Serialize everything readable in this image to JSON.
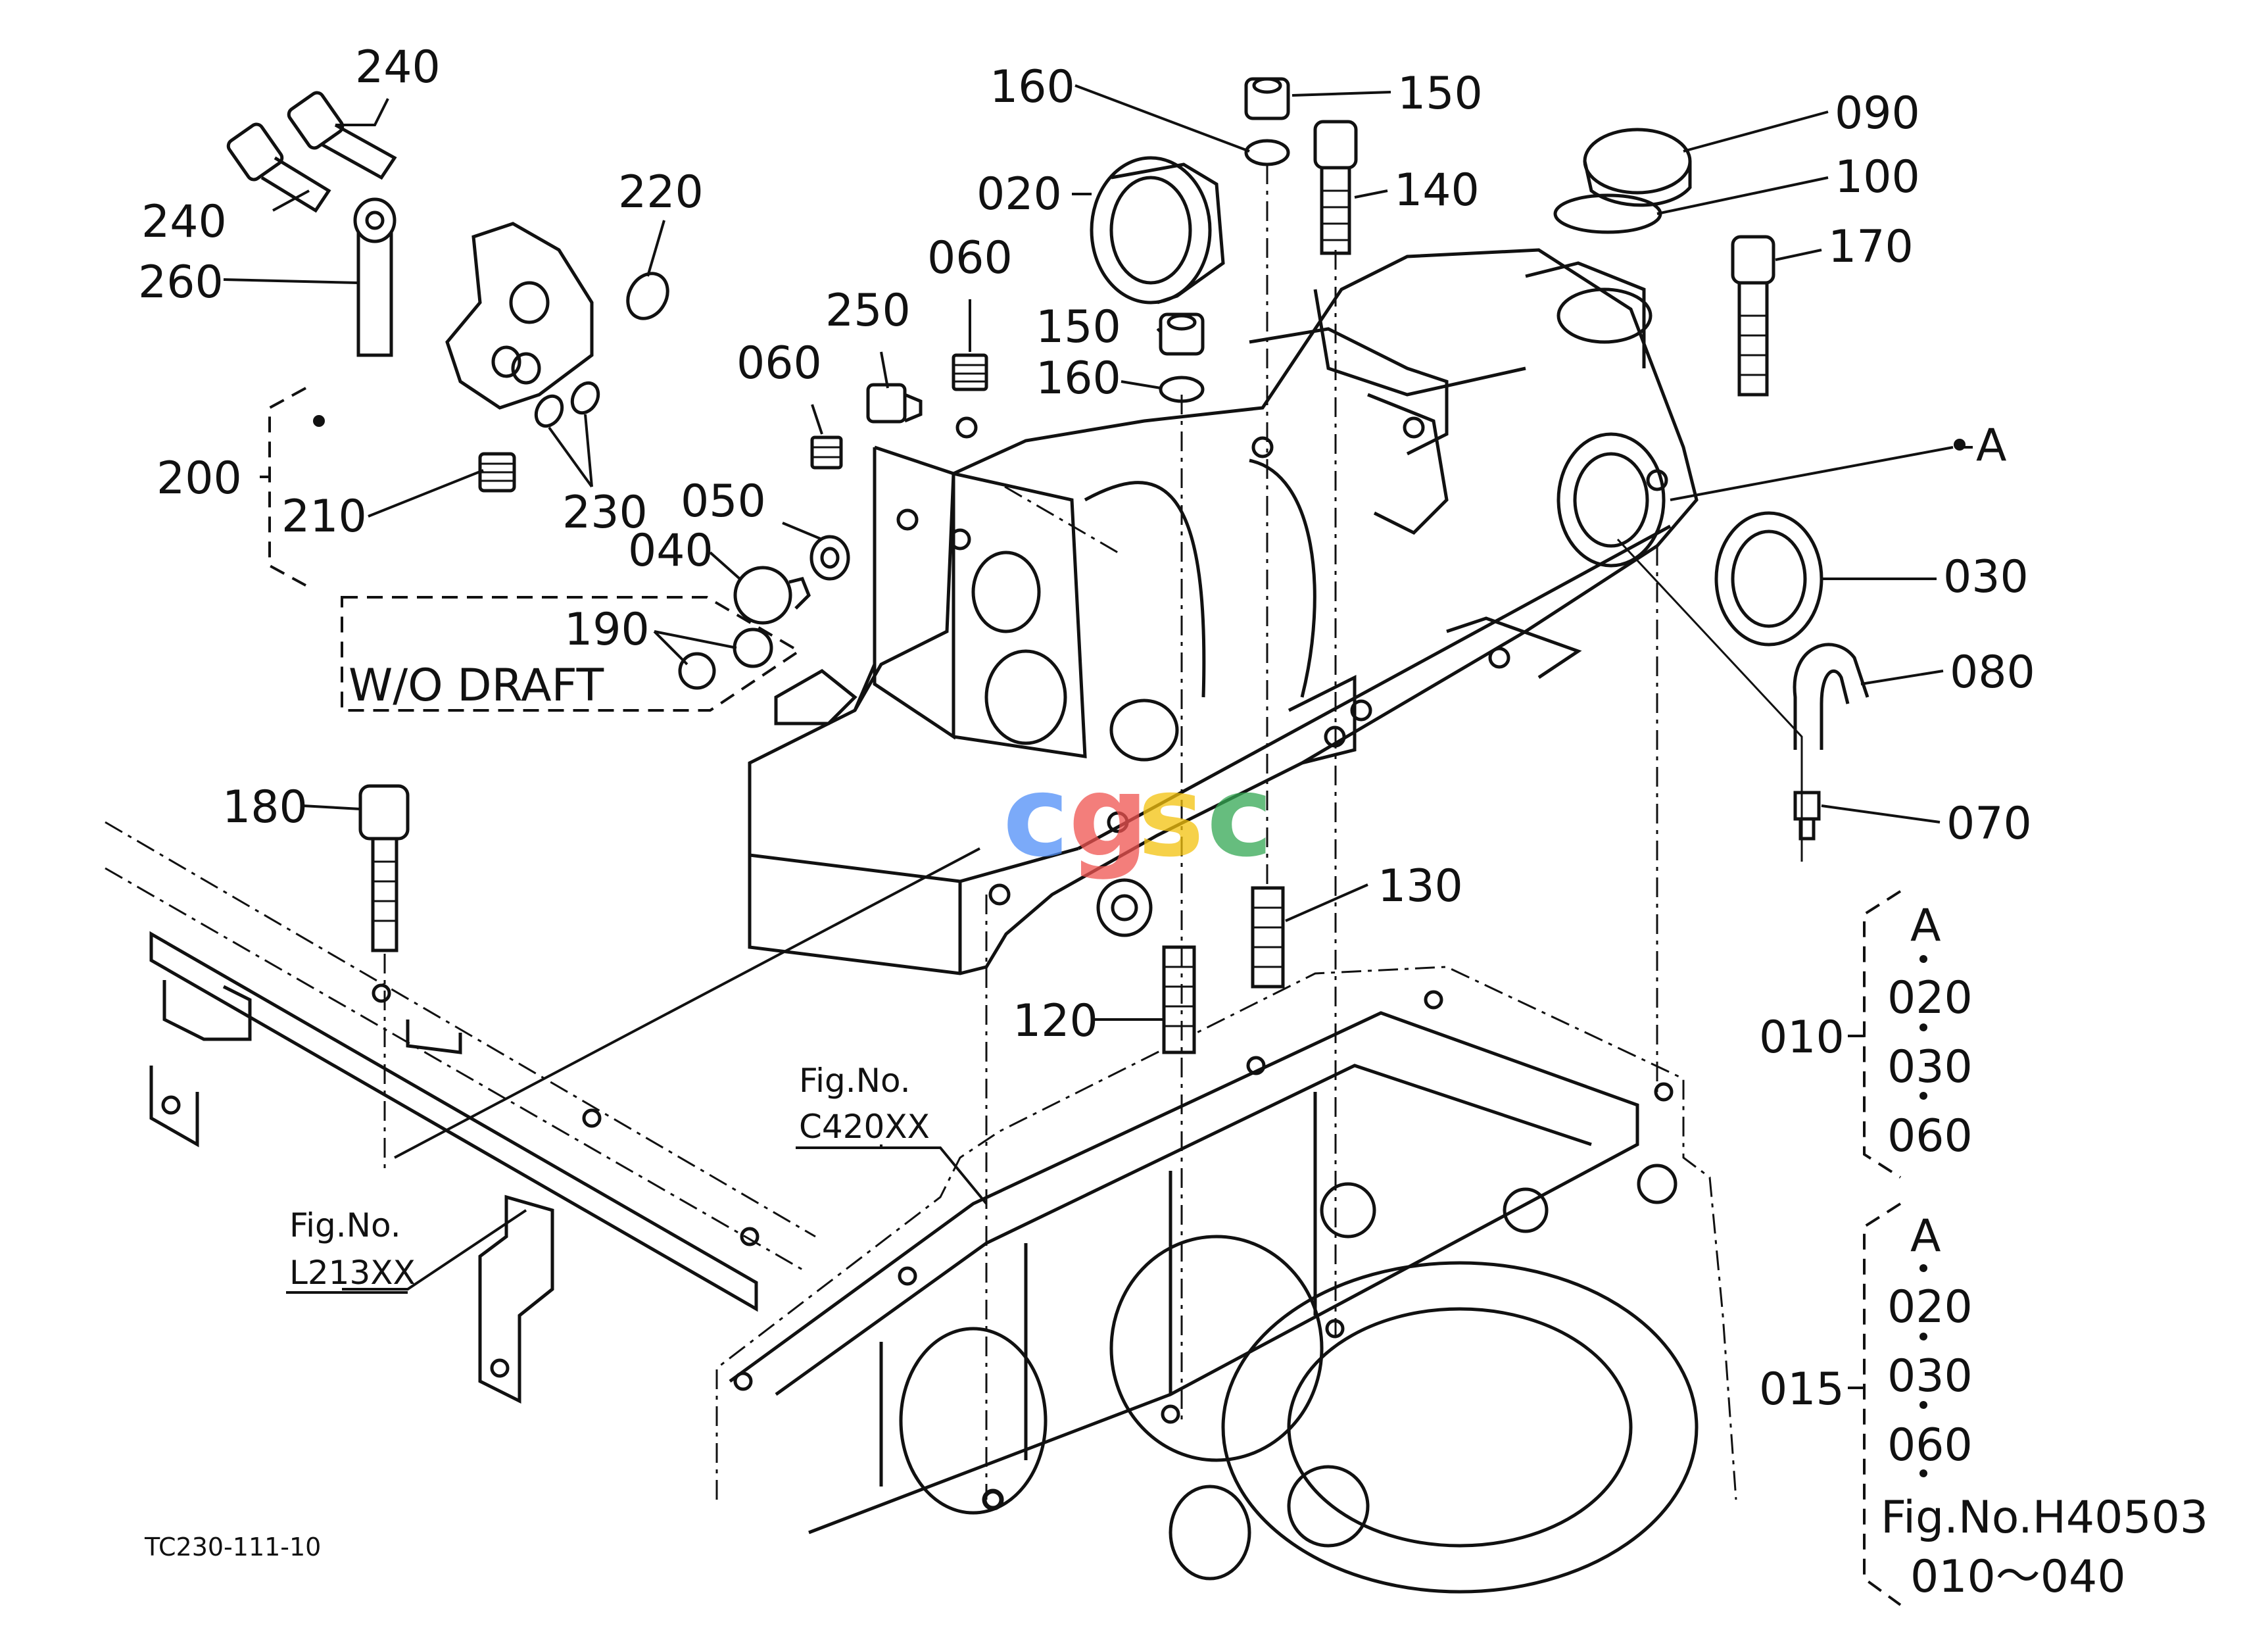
{
  "diagram": {
    "drawing_code": "TC230-111-10",
    "watermark": {
      "letters": [
        "c",
        "g",
        "s",
        "c"
      ],
      "colors": [
        "#4f8ef7",
        "#ef5350",
        "#f4c20d",
        "#34a853"
      ]
    },
    "callouts": {
      "p240a": "240",
      "p240b": "240",
      "p260": "260",
      "p220": "220",
      "p200": "200",
      "p210": "210",
      "p230": "230",
      "p250": "250",
      "p060a": "060",
      "p060b": "060",
      "p050": "050",
      "p040": "040",
      "p190": "190",
      "p160a": "160",
      "p020": "020",
      "p150a": "150",
      "p140": "140",
      "p150b": "150",
      "p160b": "160",
      "p090": "090",
      "p100": "100",
      "p170": "170",
      "pA": "A",
      "p030": "030",
      "p080": "080",
      "p070": "070",
      "p180": "180",
      "p130": "130",
      "p120": "120"
    },
    "variant_box_label": "W/O DRAFT",
    "references": {
      "c420": {
        "line1": "Fig.No.",
        "line2": "C420XX"
      },
      "l213": {
        "line1": "Fig.No.",
        "line2": "L213XX"
      }
    },
    "kit_010": {
      "label": "010",
      "items": [
        "A",
        "020",
        "030",
        "060"
      ]
    },
    "kit_015": {
      "label": "015",
      "items": [
        "A",
        "020",
        "030",
        "060"
      ],
      "ref_line1": "Fig.No.H40503",
      "ref_line2": "010～040"
    }
  }
}
